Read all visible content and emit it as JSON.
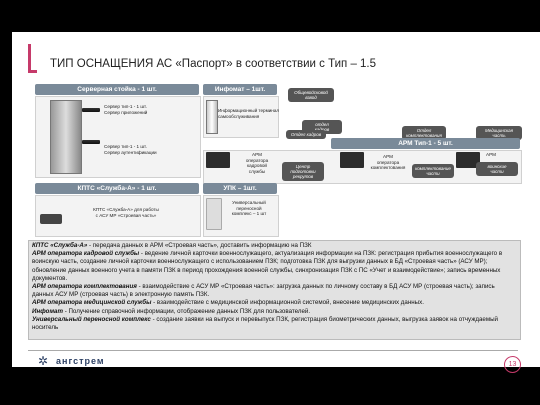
{
  "title": "ТИП ОСНАЩЕНИЯ АС «Паспорт» в соответствии с Тип – 1.5",
  "panels": {
    "server_rack": "Серверная стойка - 1 шт.",
    "infomat": "Инфомат – 1шт.",
    "arm_type1": "АРМ Тип-1 - 5 шт.",
    "kpts": "КПТС «Служба-А» - 1 шт.",
    "upk": "УПК – 1шт."
  },
  "labels": {
    "server_app": "Сервер тип-1 - 1 шт.\nСервер приложений",
    "server_auth": "Сервер тип-1 - 1 шт.\nСервер аутентификации",
    "infomat_terminal": "Информационный терминал\nсамообслуживания",
    "arm_hr": "АРМ\nоператора\nкадровой\nслужбы",
    "arm_staff": "АРМ\nоператора\nкомплектования",
    "arm_med": "АРМ",
    "kpts_device": "КПТС «Служба-А» для работы\nс АСУ МР «Строевая часть»",
    "upk_device": "Универсальный\nпереносной\nкомплекс – 1 шт"
  },
  "bubbles": {
    "general": "Общевойсковой\nвзвод",
    "dept": "отдел\nкадров",
    "hr": "Отдел кадров",
    "recruit": "Отдел\nкомплектования",
    "med": "Медицинская\nчасть",
    "recruits": "Центр подготовки\nрекрутов",
    "units": "воинские\nчасти",
    "staffing": "комплектование\nчасти"
  },
  "description": [
    {
      "term": "КПТС «Служба-А»",
      "text": " - передача данных в АРМ «Строевая часть», доставить информацию на ПЗК"
    },
    {
      "term": "АРМ оператора кадровой службы",
      "text": " - ведение личной карточки военнослужащего, актуализация информации на ПЗК: регистрация прибытия военнослужащего в воинскую часть, создание личной карточки военнослужащего с использованием ПЗК; подготовка ПЗК для выгрузки данных в БД «Строевая часть» (АСУ МР); обновление данных военного учета в памяти ПЗК в период прохождения военной службы, синхронизация ПЗК с ПС «Учет и взаимодействие»; запись временных документов."
    },
    {
      "term": "АРМ оператора комплектования",
      "text": " - взаимодействие с АСУ МР «Строевая часть»: загрузка данных по личному составу в БД АСУ МР (строевая часть); запись данных АСУ МР (строевая часть) в электронную память ПЗК."
    },
    {
      "term": "АРМ оператора медицинской службы",
      "text": " - взаимодействие с медицинской информационной системой, внесение медицинских данных."
    },
    {
      "term": "Инфомат",
      "text": " - Получение справочной информации, отображение данных ПЗК для пользователей."
    },
    {
      "term": "Универсальный переносной комплекс",
      "text": " - создание заявки на выпуск и перевыпуск ПЗК, регистрация биометрических данных, выгрузка заявок на отчуждаемый носитель"
    }
  ],
  "footer": {
    "logo": "ангстрем",
    "page": "13"
  },
  "colors": {
    "accent": "#c63a6a",
    "header": "#7a8a99",
    "bubble": "#555555"
  }
}
